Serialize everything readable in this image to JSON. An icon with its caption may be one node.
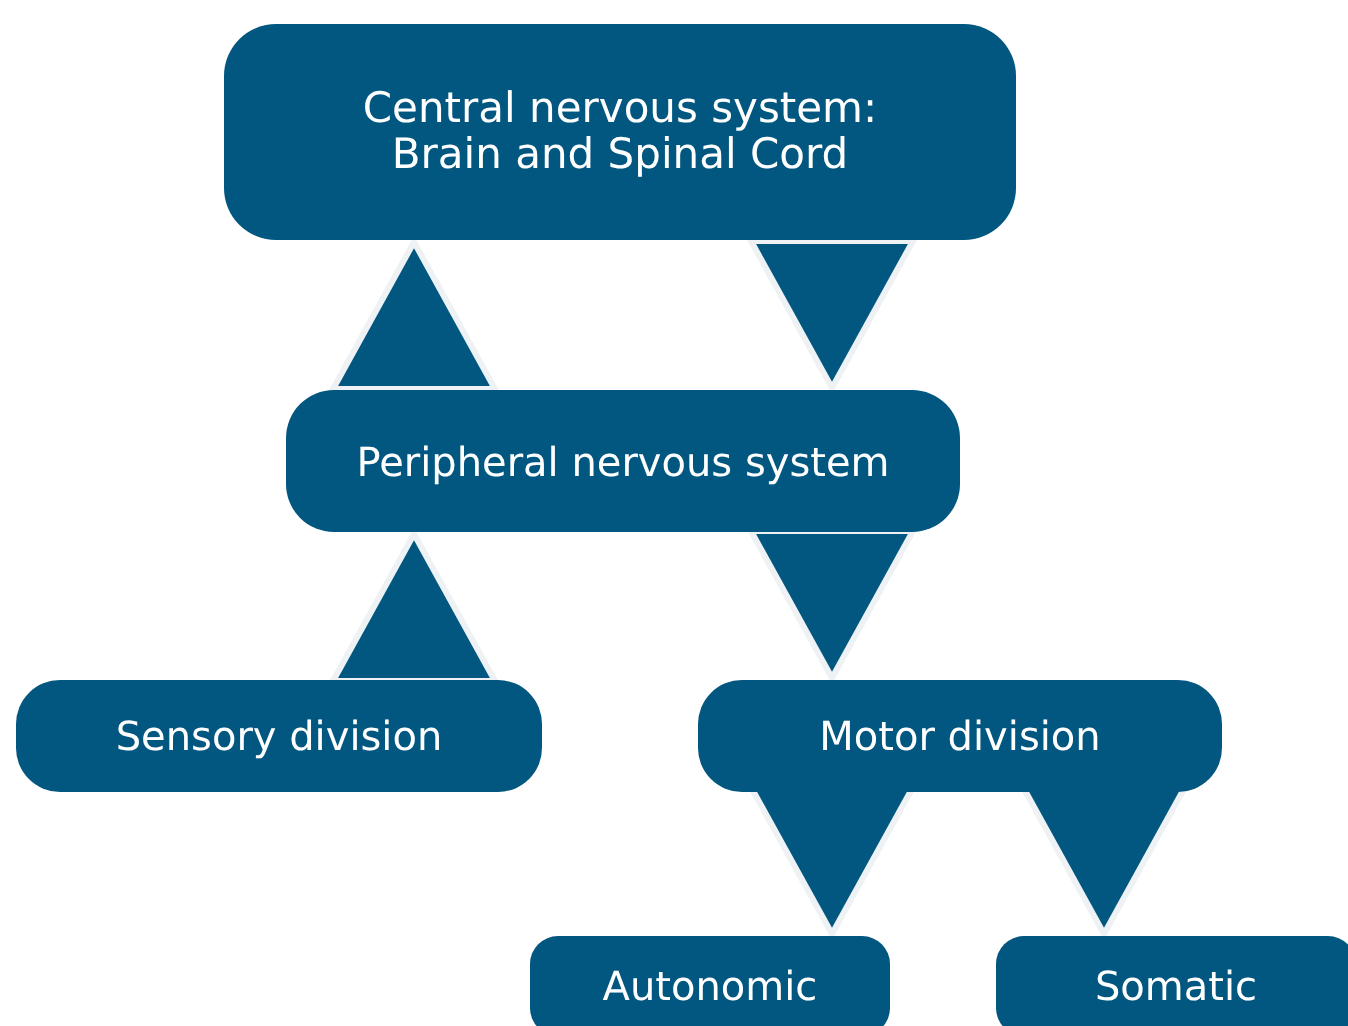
{
  "diagram": {
    "nodes": [
      {
        "text": [
          "Central nervous system: Brain and Spinal Cord"
        ]
      },
      {
        "text": [
          "Peripheral nervous system"
        ]
      },
      {
        "text": [
          "Sensory division"
        ]
      },
      {
        "text": [
          "Motor division"
        ]
      },
      {
        "text": [
          "Autonomic"
        ]
      },
      {
        "text": [
          "Somatic"
        ]
      }
    ],
    "edges": [
      {
        "from": 1,
        "to": 0,
        "arrow": "to"
      },
      {
        "from": 0,
        "to": 1,
        "arrow": "to"
      },
      {
        "from": 2,
        "to": 1,
        "arrow": "to"
      },
      {
        "from": 1,
        "to": 3,
        "arrow": "to"
      },
      {
        "from": 3,
        "to": 4,
        "arrow": "to"
      },
      {
        "from": 3,
        "to": 5,
        "arrow": "to"
      }
    ]
  }
}
